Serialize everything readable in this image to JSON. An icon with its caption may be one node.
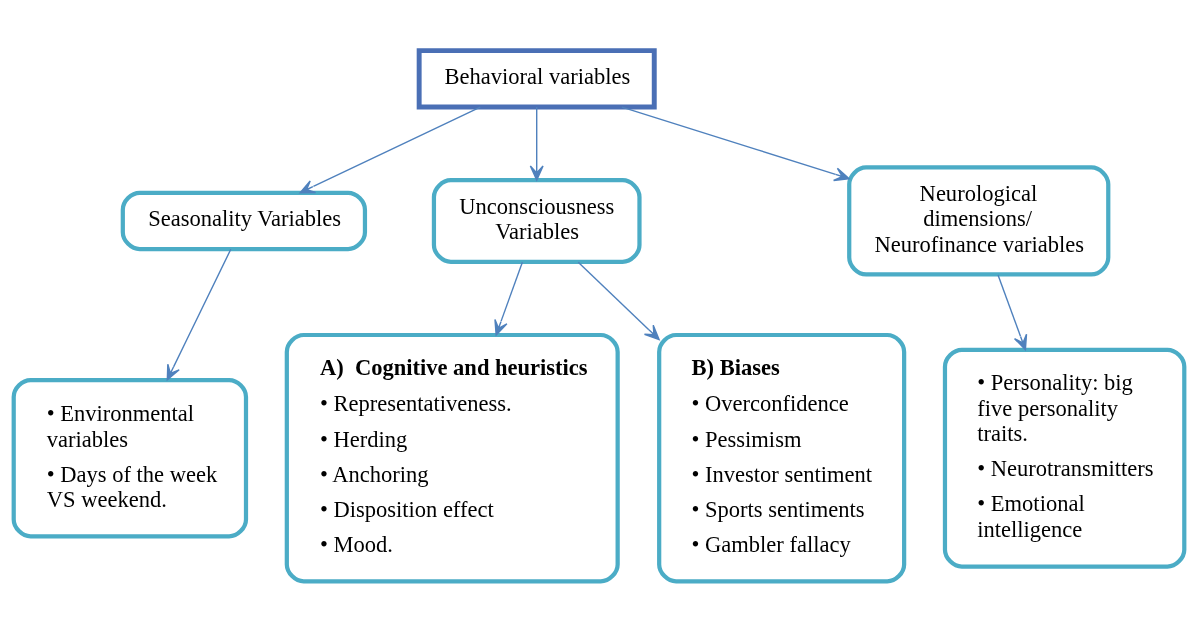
{
  "diagram": {
    "nodes": [
      {
        "text": [
          "Behavioral variables"
        ]
      },
      {
        "text": [
          "Seasonality Variables"
        ]
      },
      {
        "text": [
          "Unconsciousness Variables"
        ]
      },
      {
        "text": [
          "Neurological dimensions/ Neurofinance variables"
        ]
      },
      {
        "text": [
          "• Environmental variables",
          "• Days of the week VS weekend."
        ]
      },
      {
        "text": [
          "A)  Cognitive and heuristics",
          "• Representativeness.",
          "• Herding",
          "• Anchoring",
          "• Disposition effect",
          "• Mood."
        ]
      },
      {
        "text": [
          "B) Biases",
          "• Overconfidence",
          "• Pessimism",
          "• Investor sentiment",
          "• Sports sentiments",
          "• Gambler fallacy"
        ]
      },
      {
        "text": [
          "• Personality: big five personality traits.",
          "• Neurotransmitters",
          "• Emotional intelligence"
        ]
      }
    ],
    "edges": [
      {
        "from": 0,
        "to": 1,
        "arrow": "to"
      },
      {
        "from": 0,
        "to": 2,
        "arrow": "to"
      },
      {
        "from": 0,
        "to": 3,
        "arrow": "to"
      },
      {
        "from": 1,
        "to": 4,
        "arrow": "to"
      },
      {
        "from": 2,
        "to": 5,
        "arrow": "to"
      },
      {
        "from": 2,
        "to": 6,
        "arrow": "to"
      },
      {
        "from": 3,
        "to": 7,
        "arrow": "to"
      }
    ]
  }
}
